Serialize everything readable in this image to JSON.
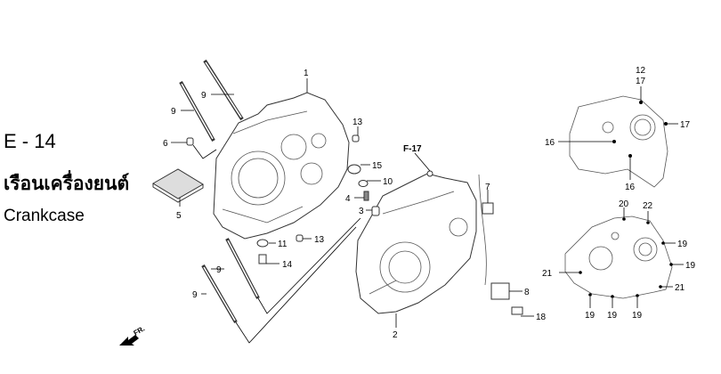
{
  "header": {
    "section_code": "E - 14",
    "title_thai": "เรือนเครื่องยนต์",
    "title_english": "Crankcase"
  },
  "reference_label": "F-17",
  "direction_label": "FR.",
  "callouts": {
    "c1": "1",
    "c2": "2",
    "c3": "3",
    "c4": "4",
    "c5": "5",
    "c6": "6",
    "c7": "7",
    "c8": "8",
    "c9a": "9",
    "c9b": "9",
    "c9c": "9",
    "c9d": "9",
    "c10": "10",
    "c11": "11",
    "c12": "12",
    "c13a": "13",
    "c13b": "13",
    "c14": "14",
    "c15": "15",
    "c16a": "16",
    "c16b": "16",
    "c17a": "17",
    "c17b": "17",
    "c18": "18",
    "c19a": "19",
    "c19b": "19",
    "c19c": "19",
    "c19d": "19",
    "c19e": "19",
    "c20": "20",
    "c21a": "21",
    "c21b": "21",
    "c22": "22"
  }
}
